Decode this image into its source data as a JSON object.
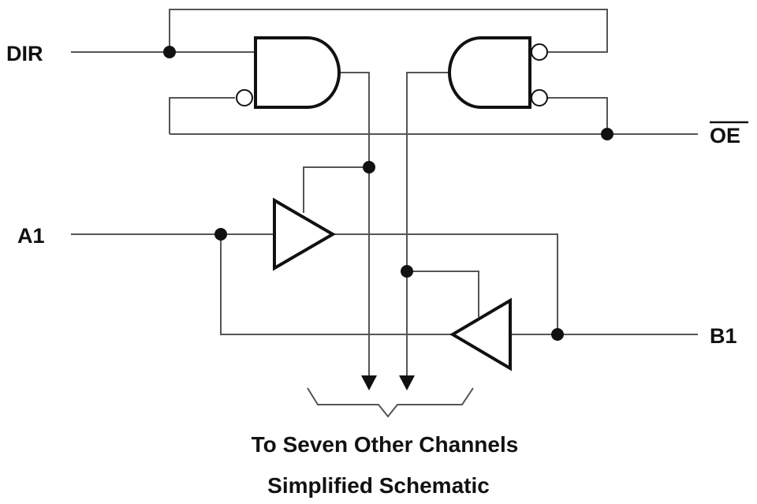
{
  "signals": {
    "dir": "DIR",
    "oe": "OE",
    "a1": "A1",
    "b1": "B1"
  },
  "note": "To Seven Other Channels",
  "caption": "Simplified Schematic"
}
